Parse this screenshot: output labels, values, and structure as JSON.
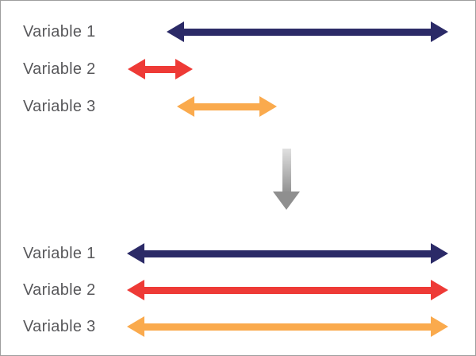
{
  "colors": {
    "navy": "#2b2a67",
    "red": "#ee3a36",
    "orange": "#faaa4d",
    "text": "#58585b",
    "border": "#9e9e9e",
    "gray_light": "#e0e0e0",
    "gray_dark": "#949494",
    "gray_head": "#8f8f8f"
  },
  "diagram": {
    "type": "before-after-range-diagram",
    "transform_icon": "down-arrow-icon",
    "before": {
      "rows": [
        {
          "label": "Variable 1",
          "color": "navy",
          "start": 209,
          "end": 564
        },
        {
          "label": "Variable 2",
          "color": "red",
          "start": 160,
          "end": 242
        },
        {
          "label": "Variable 3",
          "color": "orange",
          "start": 222,
          "end": 348
        }
      ]
    },
    "after": {
      "rows": [
        {
          "label": "Variable 1",
          "color": "navy",
          "start": 159,
          "end": 564
        },
        {
          "label": "Variable 2",
          "color": "red",
          "start": 159,
          "end": 564
        },
        {
          "label": "Variable 3",
          "color": "orange",
          "start": 159,
          "end": 564
        }
      ]
    }
  }
}
